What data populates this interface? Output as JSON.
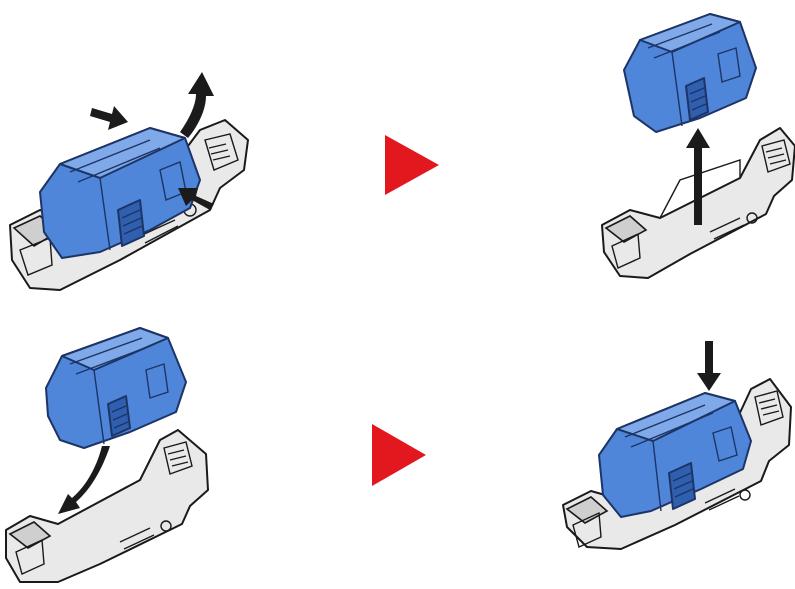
{
  "steps": [
    {
      "id": "remove-press-tabs",
      "arrows": [
        "press-left",
        "press-right",
        "lift-curve"
      ]
    },
    {
      "id": "lift-out",
      "arrows": [
        "up"
      ]
    },
    {
      "id": "insert-angle",
      "arrows": [
        "slide-curve"
      ]
    },
    {
      "id": "press-down",
      "arrows": [
        "down"
      ]
    }
  ],
  "icons": {
    "next_step": "play-arrow-icon"
  },
  "colors": {
    "cartridge_fill": "#4f86d9",
    "cartridge_light": "#7fa9e8",
    "cartridge_dark": "#2f5fae",
    "tray_fill": "#e9e9e9",
    "outline": "#1a1a1a",
    "step_arrow": "#e3181f"
  }
}
